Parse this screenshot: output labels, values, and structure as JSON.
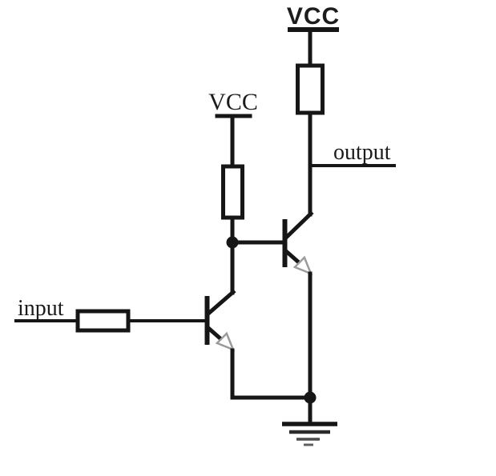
{
  "labels": {
    "vcc_top": "VCC",
    "vcc_left": "VCC",
    "output": "output",
    "input": "input"
  },
  "colors": {
    "background": "#ffffff",
    "wire": "#161616",
    "text": "#1c1c1c",
    "arrow_outline": "#9b9b9b",
    "arrow_fill": "#ffffff",
    "ground_bar_2": "#2b2b2b",
    "ground_bar_3": "#4a4a4a",
    "ground_bar_4": "#606060"
  },
  "components": {
    "power_rail_top": "vcc-rail",
    "power_rail_left": "vcc-rail",
    "resistor_top": "resistor",
    "resistor_left": "resistor",
    "resistor_input": "resistor",
    "transistor_left": "npn-transistor",
    "transistor_right": "npn-transistor",
    "ground": "earth-ground-symbol",
    "junctions": [
      "node-dot",
      "node-dot"
    ]
  }
}
